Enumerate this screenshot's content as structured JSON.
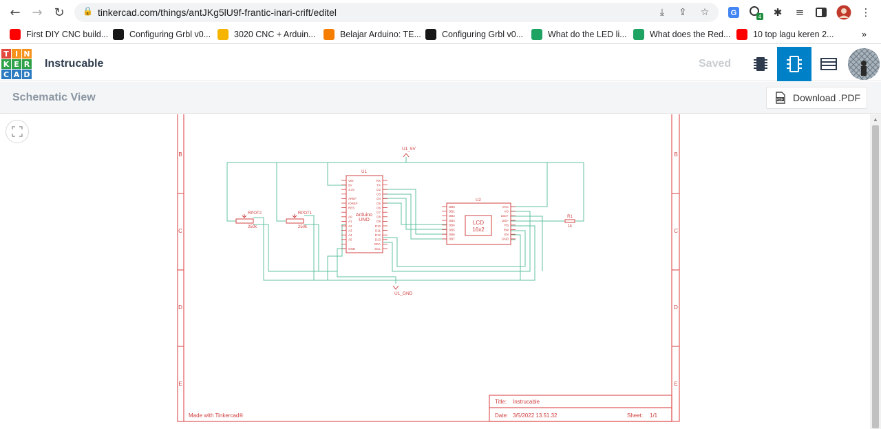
{
  "browser": {
    "url": "tinkercad.com/things/antJKg5lU9f-frantic-inari-crift/editel",
    "extension_badge": "4",
    "bookmarks": [
      {
        "label": "First DIY CNC build...",
        "icon": "youtube-icon",
        "color": "#ff0000"
      },
      {
        "label": "Configuring Grbl v0...",
        "icon": "github-icon",
        "color": "#181717"
      },
      {
        "label": "3020 CNC + Arduin...",
        "icon": "instructables-icon",
        "color": "#f5b400"
      },
      {
        "label": "Belajar Arduino: TE...",
        "icon": "blogger-icon",
        "color": "#f57d00"
      },
      {
        "label": "Configuring Grbl v0...",
        "icon": "github-icon",
        "color": "#181717"
      },
      {
        "label": "What do the LED li...",
        "icon": "link-icon",
        "color": "#1ea362"
      },
      {
        "label": "What does the Red...",
        "icon": "link-icon",
        "color": "#1ea362"
      },
      {
        "label": "10 top lagu keren 2...",
        "icon": "youtube-icon",
        "color": "#ff0000"
      }
    ],
    "more_bookmarks": "»"
  },
  "app": {
    "logo_letters": [
      "T",
      "I",
      "N",
      "K",
      "E",
      "R",
      "C",
      "A",
      "D"
    ],
    "logo_colors": [
      "#e2483d",
      "#f6921e",
      "#f6921e",
      "#2fa149",
      "#2fa149",
      "#2fa149",
      "#2c7ac0",
      "#2c7ac0",
      "#2c7ac0"
    ],
    "design_title": "Instrucable",
    "save_status": "Saved",
    "accent": "#0080c6"
  },
  "subbar": {
    "view_title": "Schematic View",
    "download_label": "Download .PDF"
  },
  "schematic": {
    "row_labels": [
      "B",
      "C",
      "D",
      "E"
    ],
    "net_5v": "U1_5V",
    "net_gnd": "U1_GND",
    "u1_ref": "U1",
    "u1_name_1": "Arduino",
    "u1_name_2": "UNO",
    "u1_left_pins": [
      "VIN",
      "5V",
      "3.3V",
      "",
      "AREF",
      "IOREF",
      "RES",
      "",
      "A0",
      "A1",
      "A2",
      "A3",
      "A4",
      "A5",
      "",
      "GND"
    ],
    "u1_right_pins": [
      "RX",
      "TX",
      "D2",
      "D3",
      "D4",
      "D5",
      "D6",
      "D7",
      "D8",
      "D9",
      "D10",
      "D11",
      "D12",
      "D13",
      "SDA",
      "SCL"
    ],
    "u2_ref": "U2",
    "u2_name_1": "LCD",
    "u2_name_2": "16x2",
    "u2_left_pins": [
      "DB0",
      "DB1",
      "DB2",
      "DB3",
      "DB4",
      "DB5",
      "DB6",
      "DB7"
    ],
    "u2_right_pins": [
      "VCC",
      "VO",
      "LED+",
      "LED-",
      "RS",
      "RW",
      "EN",
      "GND"
    ],
    "rpot2_ref": "RPOT2",
    "rpot2_value": "250k",
    "rpot1_ref": "RPOT1",
    "rpot1_value": "250k",
    "r1_ref": "R1",
    "r1_value": "1k",
    "made_with": "Made with Tinkercad®",
    "title_label": "Title:",
    "title_value": "Instrucable",
    "date_label": "Date:",
    "date_value": "3/5/2022 13.51.32",
    "sheet_label": "Sheet:",
    "sheet_value": "1/1"
  },
  "colors": {
    "frame": "#e05a5a",
    "wire": "#5fc0a0",
    "component": "#d04040"
  }
}
